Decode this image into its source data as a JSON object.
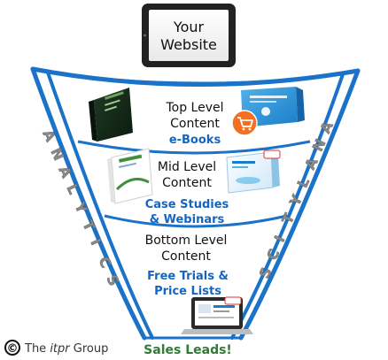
{
  "tablet": {
    "line1": "Your",
    "line2": "Website"
  },
  "sidebars": {
    "left_text": "ANALYTICS",
    "right_text": "ANALYTICS"
  },
  "levels": [
    {
      "level_line1": "Top Level",
      "level_line2": "Content",
      "content_type_line1": "e-Books",
      "content_type_line2": ""
    },
    {
      "level_line1": "Mid Level",
      "level_line2": "Content",
      "content_type_line1": "Case Studies",
      "content_type_line2": "& Webinars"
    },
    {
      "level_line1": "Bottom Level",
      "level_line2": "Content",
      "content_type_line1": "Free Trials &",
      "content_type_line2": "Price Lists"
    }
  ],
  "output": {
    "label": "Sales Leads!"
  },
  "copyright": {
    "symbol": "©",
    "prefix": "The ",
    "brand": "itpr",
    "suffix": " Group"
  },
  "colors": {
    "funnel_blue": "#1a73c9",
    "funnel_light": "#e8f3fc",
    "content_type_blue": "#1565c0",
    "sales_leads_green": "#2e7d32",
    "analytics_gray": "#8a8a8a",
    "tablet_frame": "#222222"
  },
  "icons": {
    "cart_badge": "shopping-cart-icon",
    "laptop": "laptop-icon"
  }
}
